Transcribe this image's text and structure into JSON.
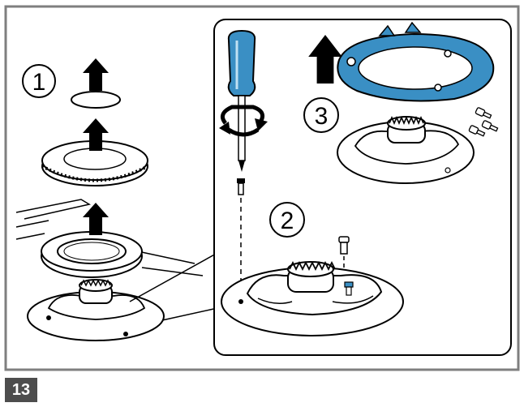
{
  "figure": {
    "number": "13",
    "steps": [
      {
        "label": "1"
      },
      {
        "label": "2"
      },
      {
        "label": "3"
      }
    ],
    "icons": {
      "up_arrow": "up-arrow-icon",
      "rotate": "rotate-arrow-icon"
    },
    "colors": {
      "frame": "#7f7f7f",
      "ink": "#000000",
      "highlight_blue": "#3a8fc4",
      "badge_bg": "#4d4d4d",
      "badge_text": "#ffffff"
    }
  }
}
